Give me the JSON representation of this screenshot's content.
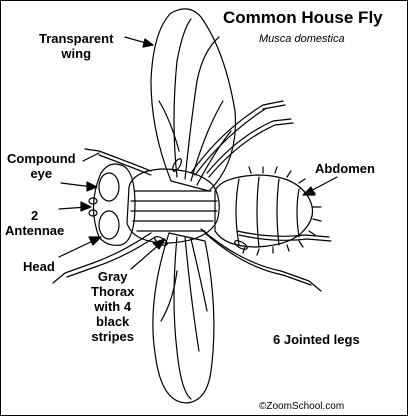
{
  "title": "Common House Fly",
  "scientific_name": "Musca domestica",
  "labels": {
    "wing": [
      "Transparent",
      "wing"
    ],
    "eye": [
      "Compound",
      "eye"
    ],
    "antennae": [
      "2",
      "Antennae"
    ],
    "head": "Head",
    "thorax": [
      "Gray",
      "Thorax",
      "with 4",
      "black",
      "stripes"
    ],
    "abdomen": "Abdomen",
    "legs": "6 Jointed legs"
  },
  "credit": "©ZoomSchool.com",
  "colors": {
    "ink": "#000000",
    "background": "#ffffff"
  }
}
